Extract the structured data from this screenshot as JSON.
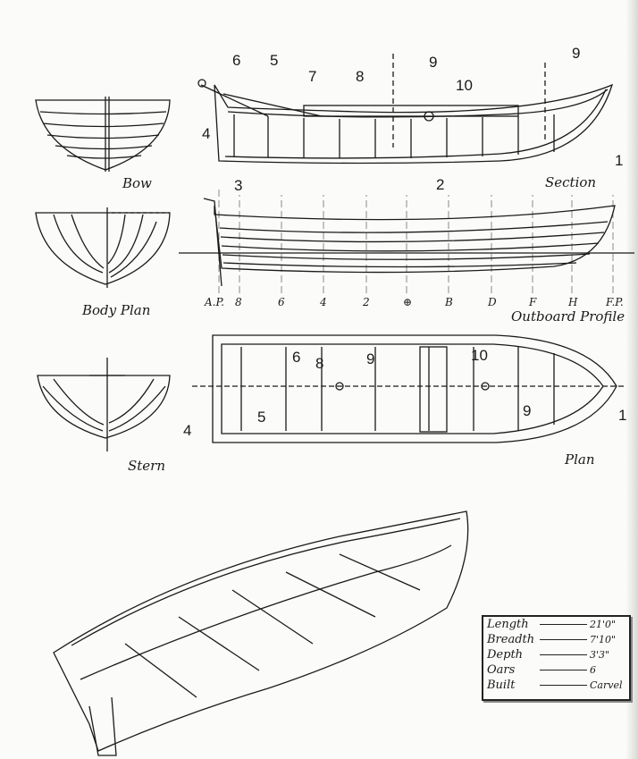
{
  "views": {
    "bow": "Bow",
    "body_plan": "Body Plan",
    "stern": "Stern",
    "section": "Section",
    "outboard_profile": "Outboard Profile",
    "plan": "Plan"
  },
  "section_callouts": [
    "1",
    "2",
    "3",
    "4",
    "5",
    "6",
    "7",
    "8",
    "9",
    "9",
    "10"
  ],
  "plan_callouts": [
    "1",
    "4",
    "5",
    "6",
    "8",
    "9",
    "9",
    "10"
  ],
  "stations": [
    "A.P.",
    "8",
    "6",
    "4",
    "2",
    "⊕",
    "B",
    "D",
    "F",
    "H",
    "F.P."
  ],
  "specs": [
    {
      "label": "Length",
      "value": "21'0\""
    },
    {
      "label": "Breadth",
      "value": "7'10\""
    },
    {
      "label": "Depth",
      "value": "3'3\""
    },
    {
      "label": "Oars",
      "value": "6"
    },
    {
      "label": "Built",
      "value": "Carvel"
    }
  ]
}
